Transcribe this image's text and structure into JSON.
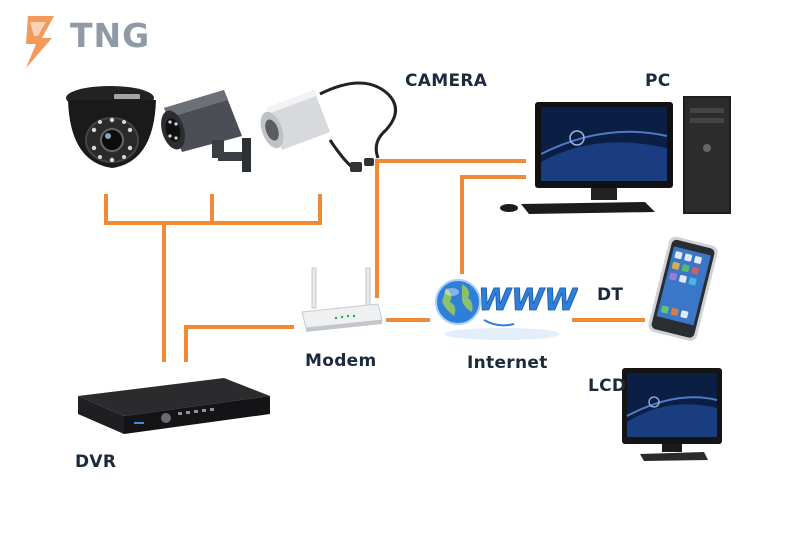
{
  "logo": {
    "text": "TNG",
    "colors": {
      "bolt": "#f19a5a",
      "text": "#8f9aa6"
    }
  },
  "labels": {
    "camera": "CAMERA",
    "pc": "PC",
    "dt": "DT",
    "lcd": "LCD",
    "modem": "Modem",
    "internet": "Internet",
    "dvr": "DVR"
  },
  "www_text": "WWW",
  "colors": {
    "connector": "#f08a36",
    "label": "#1b2a3d"
  }
}
